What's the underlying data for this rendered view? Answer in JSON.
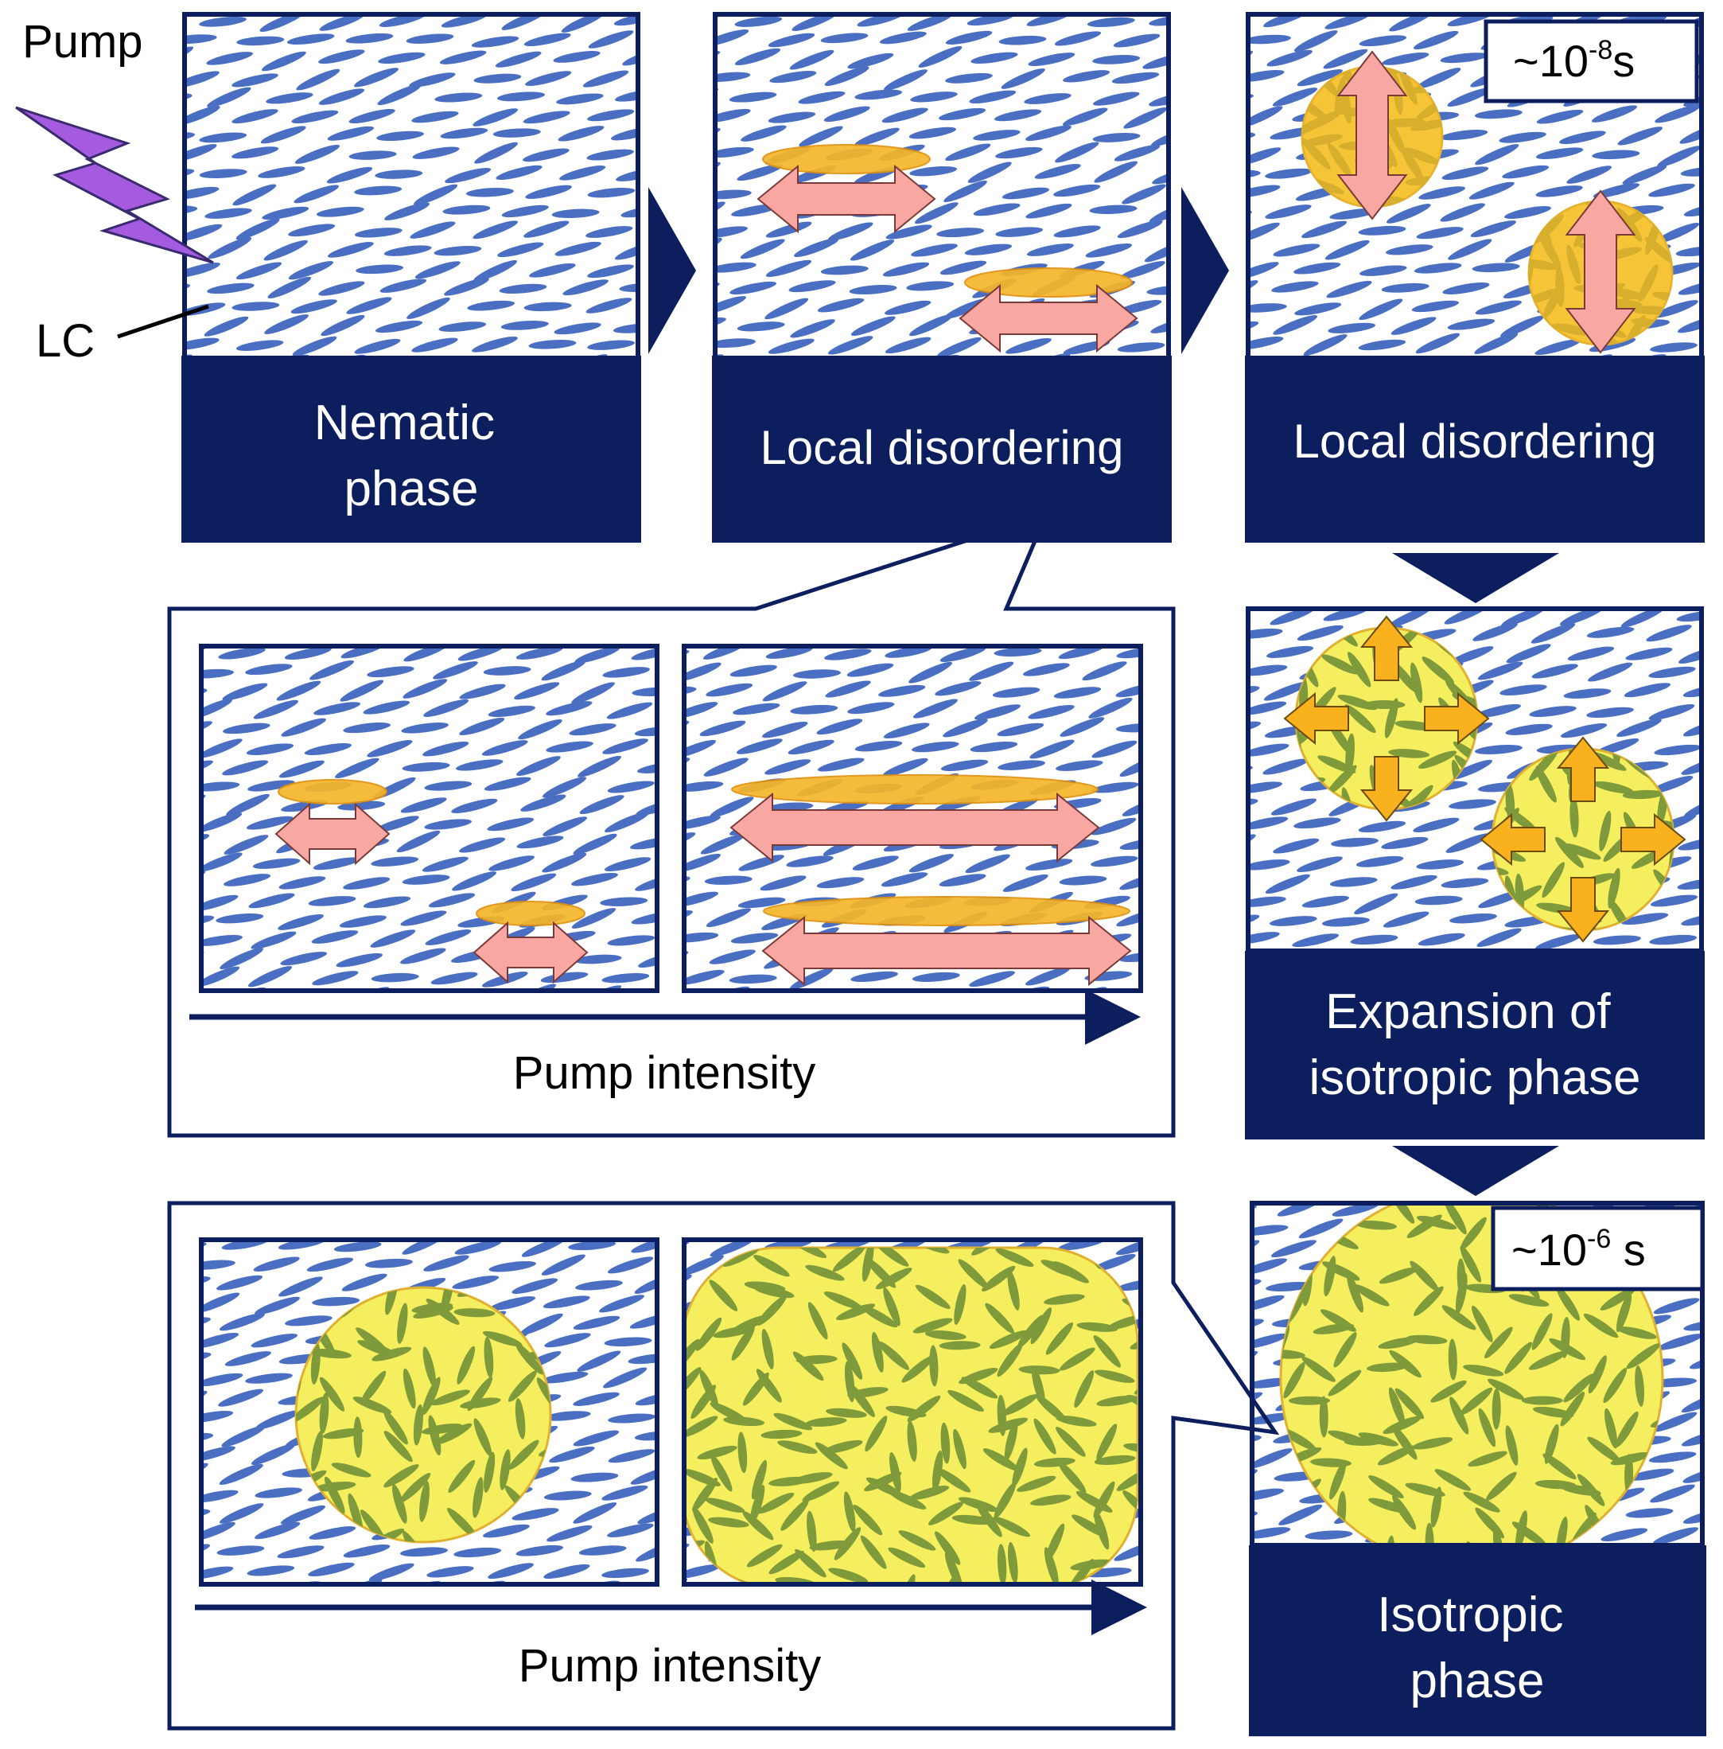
{
  "labels": {
    "pump": "Pump",
    "lc": "LC"
  },
  "panels": {
    "nematic": "Nematic phase",
    "local1": "Local disordering",
    "local2": "Local disordering",
    "expansion": "Expansion of isotropic phase",
    "isotropic": "Isotropic phase"
  },
  "timescales": {
    "t1_base": "~10",
    "t1_exp": "-8",
    "t1_unit": "s",
    "t2_base": "~10",
    "t2_exp": "-6",
    "t2_unit": " s"
  },
  "insets": {
    "top_axis": "Pump intensity",
    "bottom_axis": "Pump intensity"
  },
  "colors": {
    "navy": "#0d1e5e",
    "lc_blue": "#4a6fc2",
    "lc_green": "#7f9a3a",
    "iso_yellow": "#f5ef60",
    "orange": "#f5b62a",
    "pink": "#f8a7a2",
    "pump_purple": "#a55be0"
  }
}
